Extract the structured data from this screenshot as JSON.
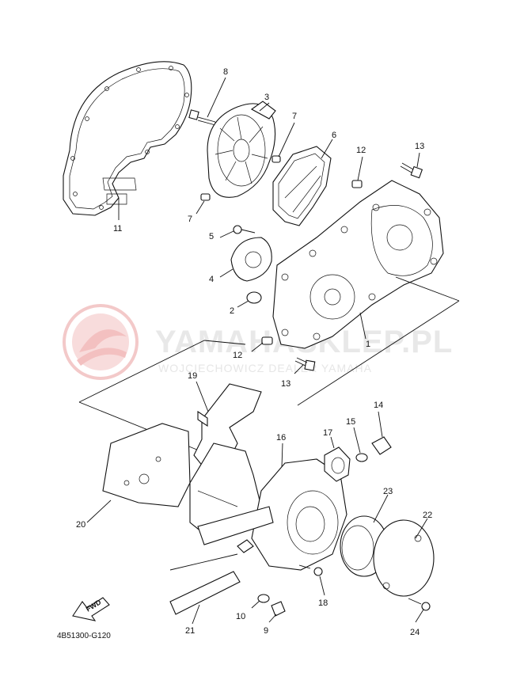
{
  "watermark": {
    "title": "YAMAHASKLEP.PL",
    "subtitle": "WOJCIECHOWICZ DEALER YAMAHA",
    "logo_color": "#f3c9c9"
  },
  "diagram_code": "4B51300-G120",
  "fwd_label": "FWD",
  "callouts": [
    "1",
    "2",
    "3",
    "4",
    "5",
    "6",
    "7",
    "7",
    "8",
    "9",
    "10",
    "11",
    "12",
    "12",
    "13",
    "13",
    "14",
    "15",
    "16",
    "17",
    "18",
    "19",
    "20",
    "21",
    "22",
    "23",
    "24"
  ]
}
